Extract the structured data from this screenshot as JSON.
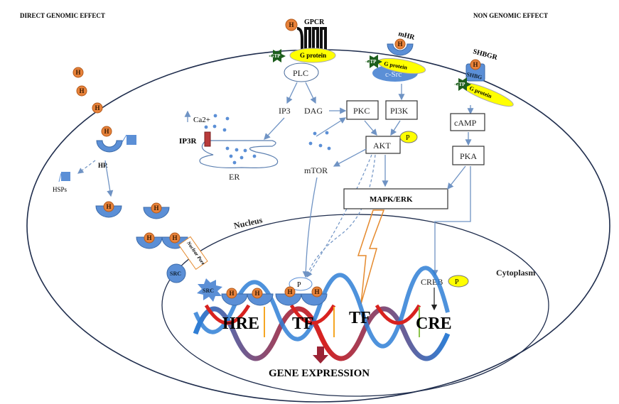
{
  "headers": {
    "left": "DIRECT GENOMIC EFFECT",
    "right": "NON GENOMIC EFFECT"
  },
  "hormone": "H",
  "membrane": {
    "gpcr": "GPCR",
    "gtp": "GTP",
    "g_protein": "G protein",
    "mhr": "mHR",
    "c_src": "c-Src",
    "shbgr": "SHBGR",
    "shbg": "SHBG"
  },
  "cytoplasm": {
    "plc": "PLC",
    "ip3": "IP3",
    "dag": "DAG",
    "ca": "Ca2+",
    "ip3r": "IP3R",
    "er": "ER",
    "pkc": "PKC",
    "pi3k": "PI3K",
    "akt": "AKT",
    "p": "P",
    "mtor": "mTOR",
    "mapk": "MAPK/ERK",
    "camp": "cAMP",
    "pka": "PKA",
    "creb": "CREB",
    "hr": "HR",
    "hsps": "HSPs",
    "cytoplasm_label": "Cytoplasm"
  },
  "nucleus": {
    "label": "Nucleus",
    "pore": "Nuclear Pore",
    "src": "SRC",
    "hre": "HRE",
    "tf1": "TF",
    "tf2": "TF",
    "cre": "CRE",
    "gene_expression": "GENE EXPRESSION"
  },
  "colors": {
    "hormone": "#e8823a",
    "receptor": "#5b8fd6",
    "g_protein": "#ffff00",
    "gtp": "#1d5e1d",
    "arrow": "#6f93c4",
    "gene_arrow": "#9b2335",
    "lightning": "#e58a2e"
  }
}
